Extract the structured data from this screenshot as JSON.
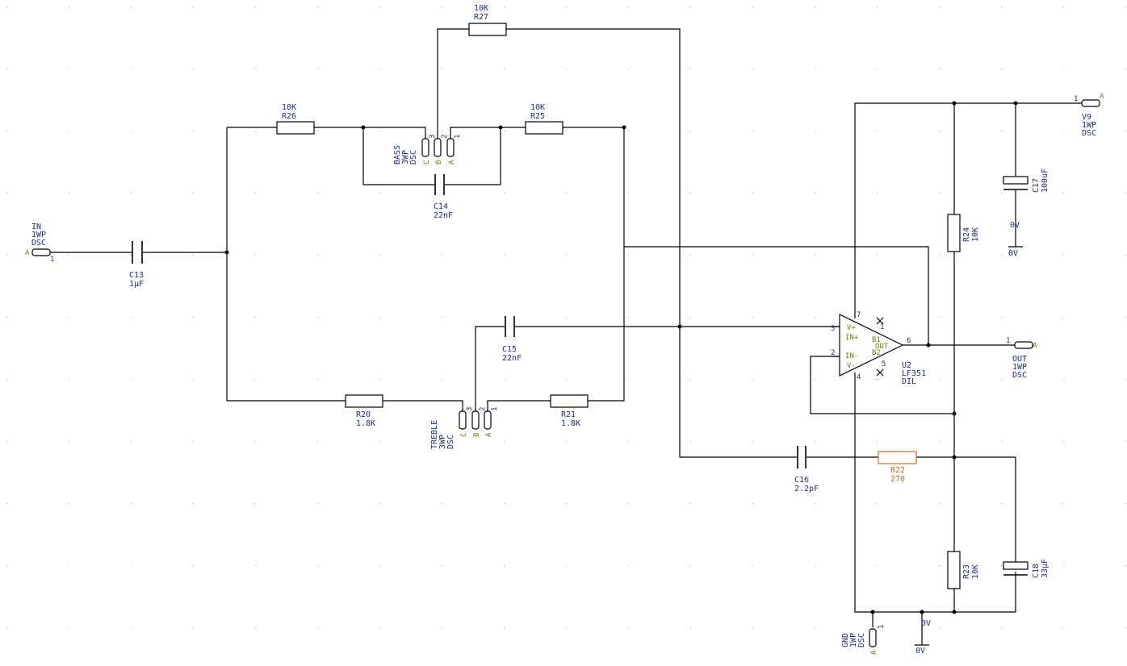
{
  "labels": {
    "r27_val": "10K",
    "r27": "R27",
    "r26_val": "10K",
    "r26": "R26",
    "r25_val": "10K",
    "r25": "R25",
    "c14": "C14",
    "c14_val": "22nF",
    "c13": "C13",
    "c13_val": "1µF",
    "c15": "C15",
    "c15_val": "22nF",
    "r20": "R20",
    "r20_val": "1.8K",
    "r21": "R21",
    "r21_val": "1.8K",
    "c16": "C16",
    "c16_val": "2.2pF",
    "r22": "R22",
    "r22_val": "270",
    "r24": "R24",
    "r24_val": "10K",
    "r23": "R23",
    "r23_val": "10K",
    "c17": "C17",
    "c17_val": "100uF",
    "c18": "C18",
    "c18_val": "33µF",
    "zero_v": "0V",
    "in_1": "IN",
    "in_2": "1WP",
    "in_3": "DSC",
    "out_1": "OUT",
    "out_2": "1WP",
    "out_3": "DSC",
    "v9_1": "V9",
    "v9_2": "1WP",
    "v9_3": "DSC",
    "gnd_1": "GND",
    "gnd_2": "1WP",
    "gnd_3": "DSC",
    "bass_1": "BASS",
    "bass_2": "3WP",
    "bass_3": "DSC",
    "treble_1": "TREBLE",
    "treble_2": "3WP",
    "treble_3": "DSC",
    "u2": "U2",
    "u2_type": "LF351",
    "u2_pkg": "DIL",
    "pin_v_plus": "V+",
    "pin_in_plus": "IN+",
    "pin_in_minus": "IN-",
    "pin_v_minus": "V-",
    "pin_out": "OUT",
    "pin_b1": "B1",
    "pin_b2": "B2",
    "n1": "1",
    "n2": "2",
    "n3": "3",
    "n4": "4",
    "n5": "5",
    "n6": "6",
    "n7": "7",
    "pa": "A",
    "pb": "B",
    "pc": "C"
  },
  "colors": {
    "wire": "#000000",
    "text": "#1a2f8c",
    "pin_text": "#7a7a00",
    "highlight": "#d2691e",
    "grid": "#9a9a9a"
  }
}
